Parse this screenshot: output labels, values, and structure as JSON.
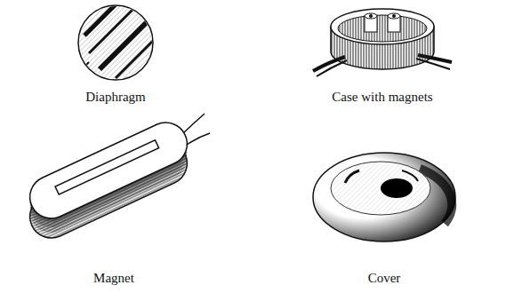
{
  "diagram": {
    "labels": [
      "Diaphragm",
      "Case with magnets",
      "Magnet",
      "Cover"
    ]
  }
}
